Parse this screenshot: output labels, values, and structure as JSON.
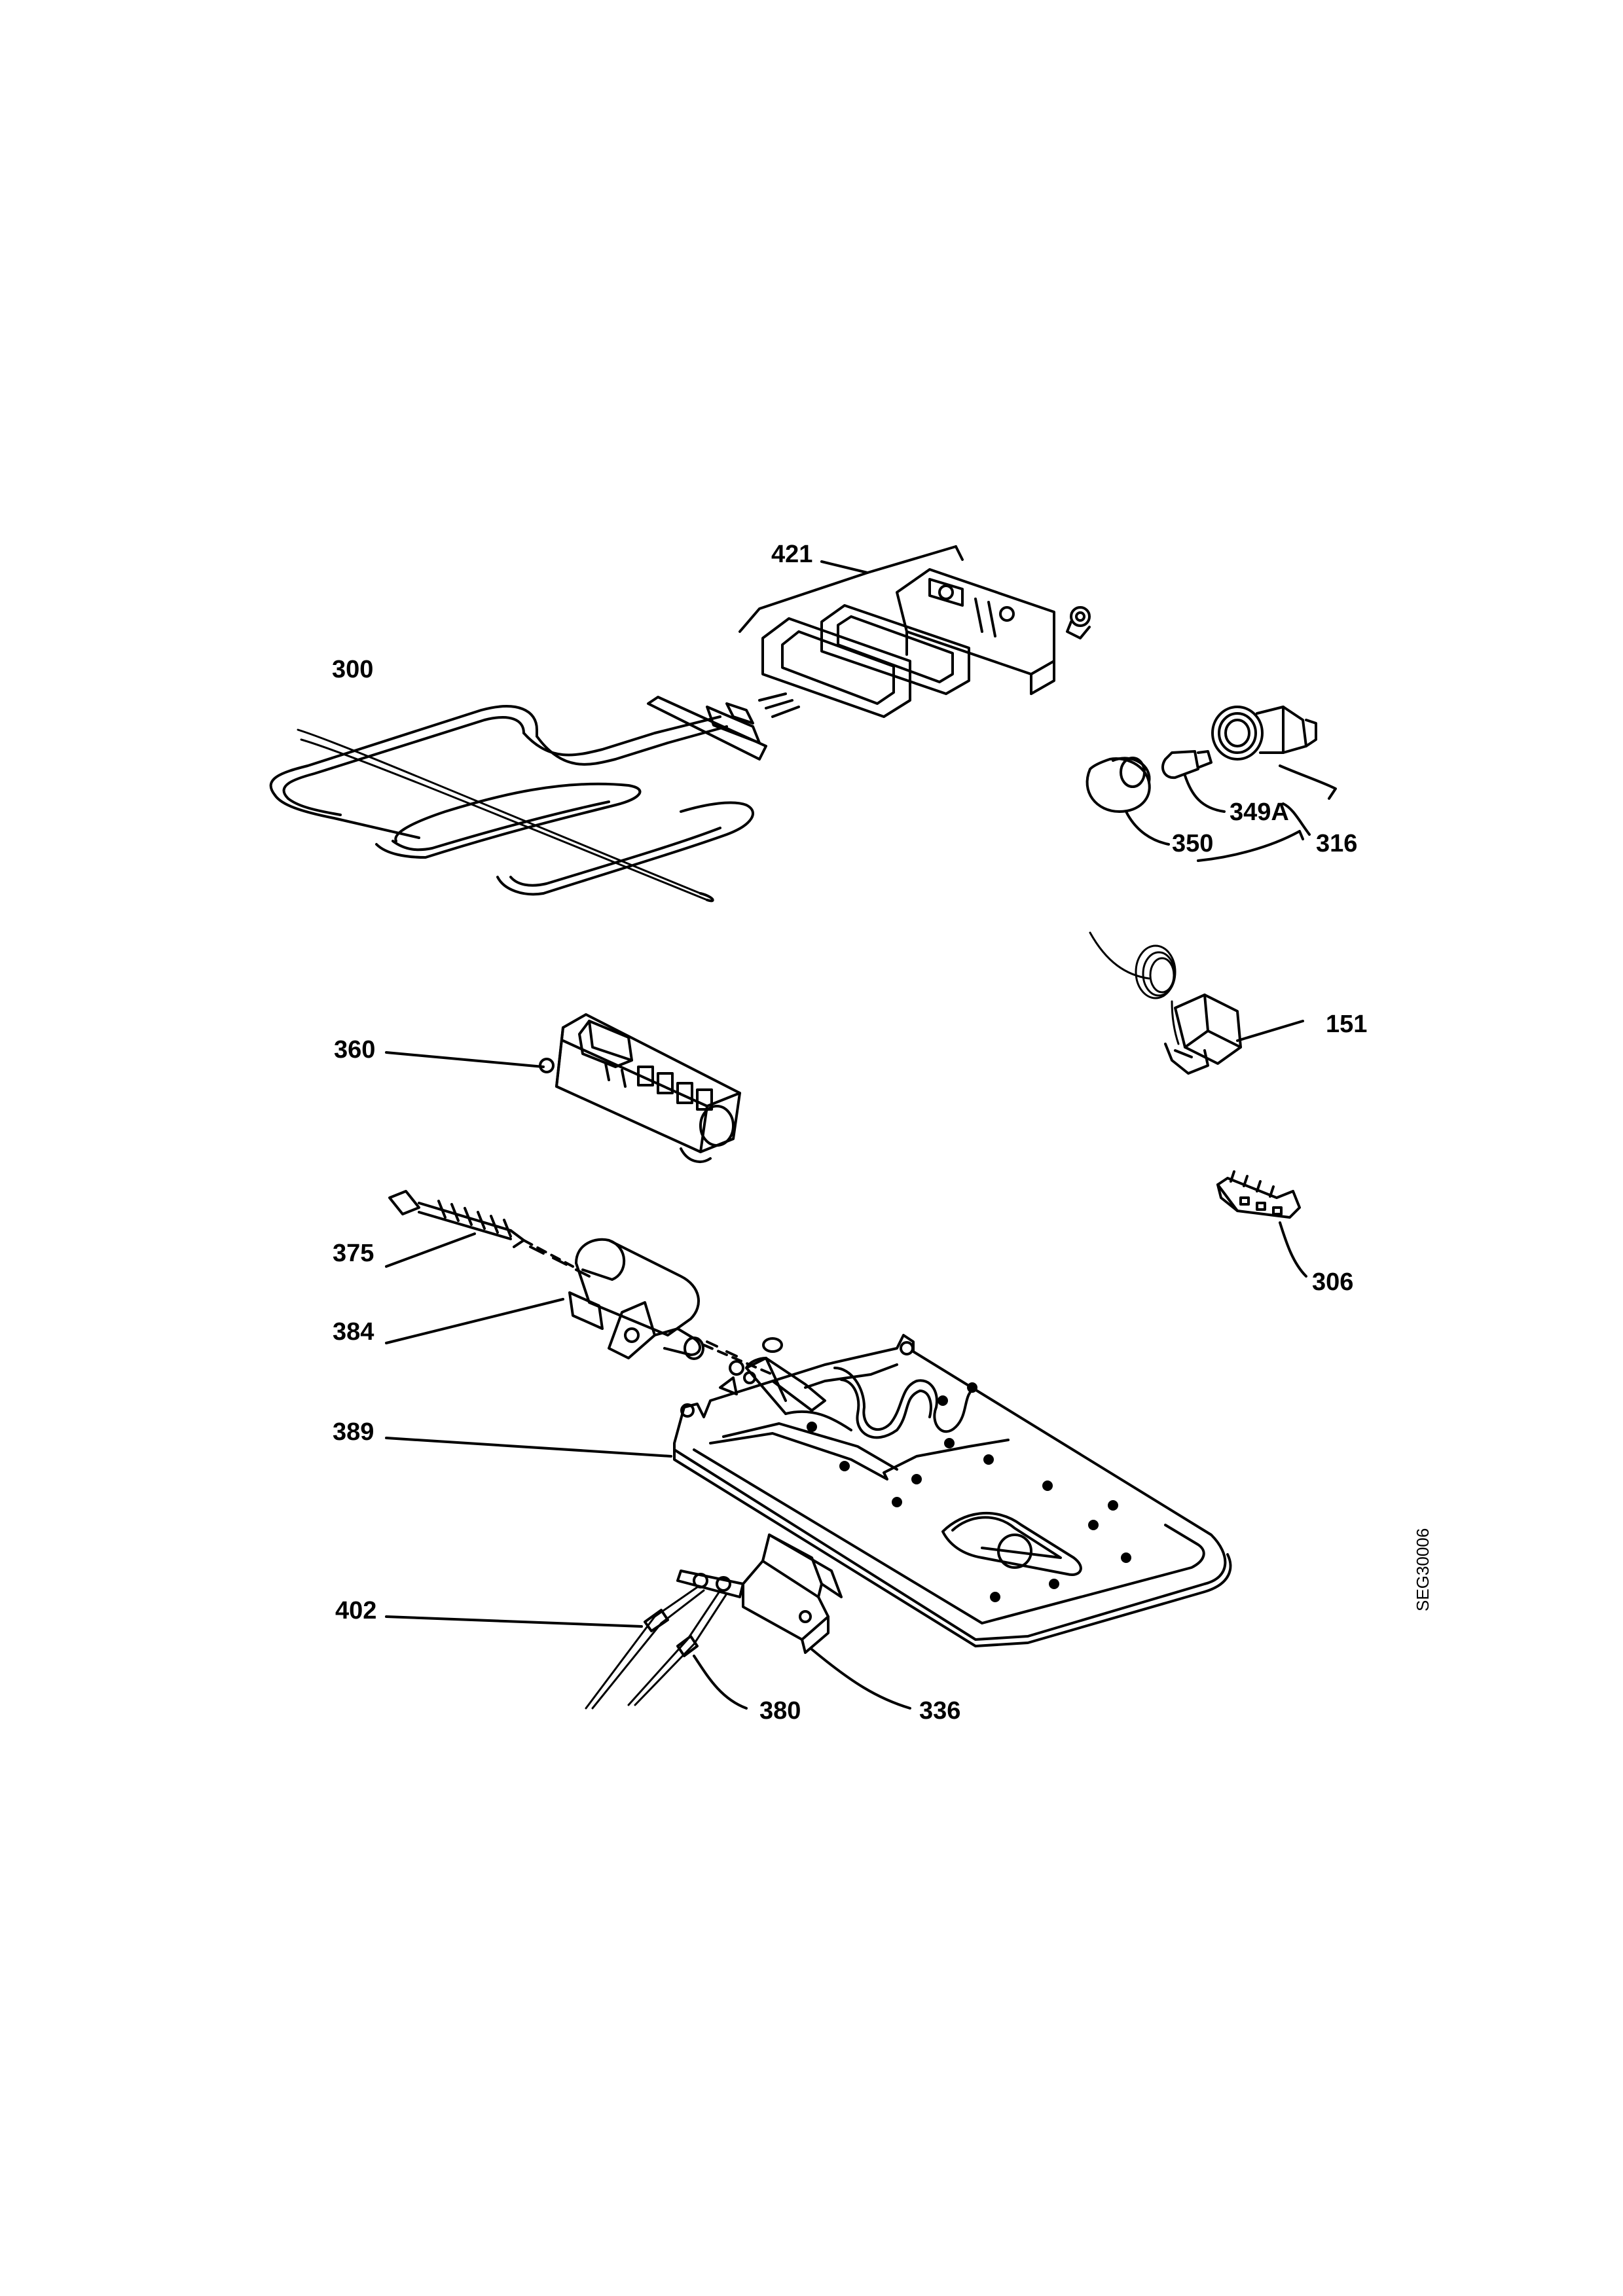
{
  "parts": {
    "p421": "421",
    "p300": "300",
    "p349A": "349A",
    "p350": "350",
    "p316": "316",
    "p151": "151",
    "p360": "360",
    "p375": "375",
    "p306": "306",
    "p384": "384",
    "p389": "389",
    "p402": "402",
    "p380": "380",
    "p336": "336"
  },
  "doc_code": "SEG30006",
  "colors": {
    "line": "#000000",
    "background": "#ffffff"
  }
}
